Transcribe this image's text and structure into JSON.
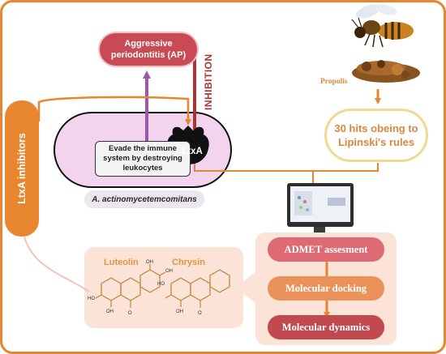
{
  "nodes": {
    "aggressive_periodontitis": "Aggressive periodontitis (AP)",
    "inhibition": "INHIBITION",
    "evade": "Evade the immune system by destroying leukocytes",
    "ltxa": "LtxA",
    "species": "A. actinomycetemcomitans",
    "propolis": "Propolis",
    "lipinski": "30 hits obeing to Lipinski's rules",
    "ltxa_inhibitors": "LtxA inhibitors",
    "luteolin": "Luteolin",
    "chrysin": "Chrysin",
    "steps": [
      "ADMET assesment",
      "Molecular docking",
      "Molecular dynamics"
    ]
  },
  "colors": {
    "orange": "#e8862f",
    "dark_red": "#a83436",
    "purple": "#9b58a8",
    "cell_fill": "#f3d4ef",
    "step1": "#de6b73",
    "step2": "#e9935a",
    "step3": "#c04a50"
  },
  "icons": [
    "bee-icon",
    "propolis-icon",
    "computer-icon",
    "ltxa-toxin-icon"
  ]
}
